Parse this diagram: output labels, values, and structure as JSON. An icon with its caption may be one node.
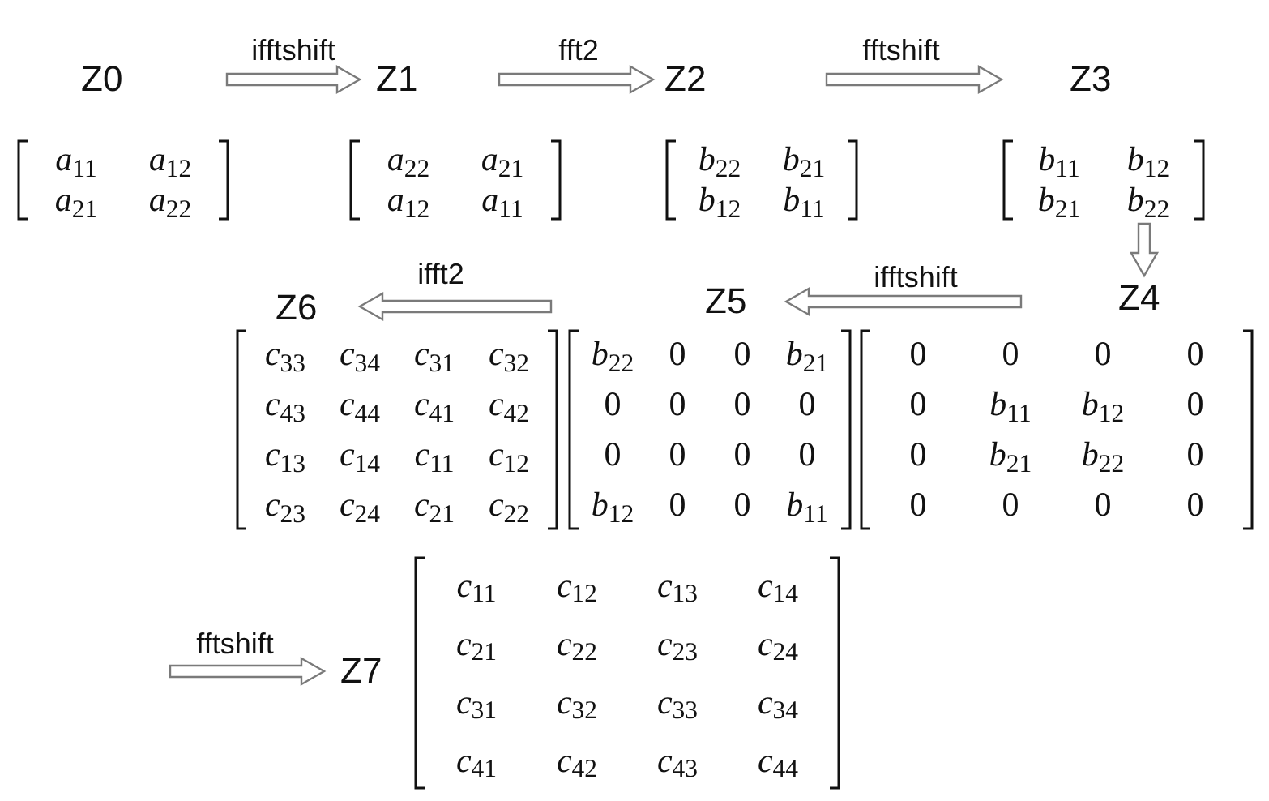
{
  "diagram": {
    "nodes": [
      {
        "text": [
          "Z0"
        ],
        "beside": [
          "*a*$_{11}$",
          "*a*$_{12}$",
          "*a*$_{21}$",
          "*a*$_{22}$"
        ]
      },
      {
        "text": [
          "Z1"
        ],
        "beside": [
          "*a*$_{22}$",
          "*a*$_{21}$",
          "*a*$_{12}$",
          "*a*$_{11}$"
        ]
      },
      {
        "text": [
          "Z2"
        ],
        "beside": [
          "*b*$_{22}$",
          "*b*$_{21}$",
          "*b*$_{12}$",
          "*b*$_{11}$"
        ]
      },
      {
        "text": [
          "Z3",
          "*b*$_{11}$",
          "*b*$_{12}$",
          "*b*$_{21}$",
          "*b*$_{22}$"
        ]
      },
      {
        "text": [
          "Z4"
        ],
        "beside": [
          "0",
          "0",
          "0",
          "0",
          "0",
          "*b*$_{11}$",
          "*b*$_{12}$",
          "0",
          "0",
          "*b*$_{21}$",
          "*b*$_{22}$",
          "0",
          "0",
          "0",
          "0",
          "0"
        ]
      },
      {
        "text": [
          "Z5"
        ],
        "beside": [
          "*b*$_{22}$",
          "0",
          "0",
          "*b*$_{21}$",
          "0",
          "0",
          "0",
          "0",
          "0",
          "0",
          "0",
          "0",
          "*b*$_{12}$",
          "0",
          "0",
          "*b*$_{11}$"
        ]
      },
      {
        "text": [
          "Z6"
        ],
        "beside": [
          "*c*$_{33}$",
          "*c*$_{34}$",
          "*c*$_{31}$",
          "*c*$_{32}$",
          "*c*$_{43}$",
          "*c*$_{44}$",
          "*c*$_{41}$",
          "*c*$_{42}$",
          "*c*$_{13}$",
          "*c*$_{14}$",
          "*c*$_{11}$",
          "*c*$_{12}$",
          "*c*$_{23}$",
          "*c*$_{24}$",
          "*c*$_{21}$",
          "*c*$_{22}$"
        ]
      },
      {
        "text": [
          "Z7"
        ],
        "beside": [
          "*c*$_{11}$",
          "*c*$_{12}$",
          "*c*$_{13}$",
          "*c*$_{14}$",
          "*c*$_{21}$",
          "*c*$_{22}$",
          "*c*$_{23}$",
          "*c*$_{24}$",
          "*c*$_{31}$",
          "*c*$_{32}$",
          "*c*$_{33}$",
          "*c*$_{34}$",
          "*c*$_{41}$",
          "*c*$_{42}$",
          "*c*$_{43}$",
          "*c*$_{44}$"
        ]
      }
    ],
    "edges": [
      {
        "from": 0,
        "to": 1,
        "arrow": "to",
        "label": "ifftshift"
      },
      {
        "from": 1,
        "to": 2,
        "arrow": "to",
        "label": "fft2"
      },
      {
        "from": 2,
        "to": 3,
        "arrow": "to",
        "label": "fftshift"
      },
      {
        "from": 3,
        "to": 4,
        "arrow": "to"
      },
      {
        "from": 4,
        "to": 5,
        "arrow": "to",
        "label": "ifftshift"
      },
      {
        "from": 5,
        "to": 6,
        "arrow": "to",
        "label": "ifft2"
      },
      {
        "from": null,
        "to": 7,
        "arrow": "to",
        "label": "fftshift"
      }
    ]
  }
}
